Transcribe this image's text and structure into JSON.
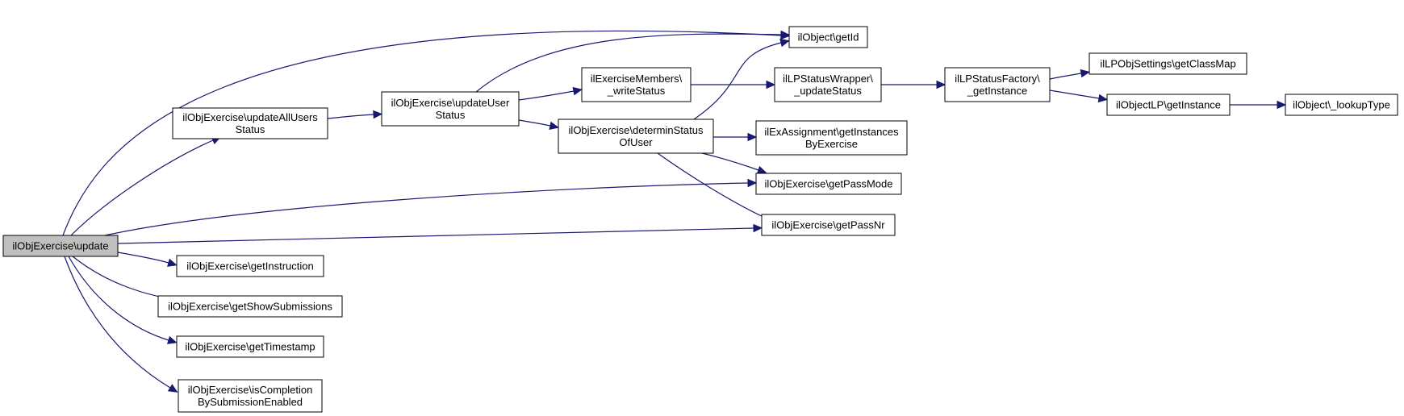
{
  "diagram": {
    "type": "call-graph",
    "colors": {
      "edge": "#191970",
      "node_border": "#000000",
      "root_fill": "#bfbfbf",
      "node_fill": "#ffffff"
    },
    "nodes": {
      "update": {
        "lines": [
          "ilObjExercise\\update"
        ]
      },
      "updateAllUsersStatus": {
        "lines": [
          "ilObjExercise\\updateAllUsers",
          "Status"
        ]
      },
      "updateUserStatus": {
        "lines": [
          "ilObjExercise\\updateUser",
          "Status"
        ]
      },
      "getId": {
        "lines": [
          "ilObject\\getId"
        ]
      },
      "writeStatus": {
        "lines": [
          "ilExerciseMembers\\",
          "_writeStatus"
        ]
      },
      "determinStatusOfUser": {
        "lines": [
          "ilObjExercise\\determinStatus",
          "OfUser"
        ]
      },
      "updateStatus": {
        "lines": [
          "ilLPStatusWrapper\\",
          "_updateStatus"
        ]
      },
      "statusFactoryGetInstance": {
        "lines": [
          "ilLPStatusFactory\\",
          "_getInstance"
        ]
      },
      "getClassMap": {
        "lines": [
          "ilLPObjSettings\\getClassMap"
        ]
      },
      "objectLPGetInstance": {
        "lines": [
          "ilObjectLP\\getInstance"
        ]
      },
      "lookupType": {
        "lines": [
          "ilObject\\_lookupType"
        ]
      },
      "getInstancesByExercise": {
        "lines": [
          "ilExAssignment\\getInstances",
          "ByExercise"
        ]
      },
      "getPassMode": {
        "lines": [
          "ilObjExercise\\getPassMode"
        ]
      },
      "getPassNr": {
        "lines": [
          "ilObjExercise\\getPassNr"
        ]
      },
      "getInstruction": {
        "lines": [
          "ilObjExercise\\getInstruction"
        ]
      },
      "getShowSubmissions": {
        "lines": [
          "ilObjExercise\\getShowSubmissions"
        ]
      },
      "getTimestamp": {
        "lines": [
          "ilObjExercise\\getTimestamp"
        ]
      },
      "isCompletionBySubmissionEnabled": {
        "lines": [
          "ilObjExercise\\isCompletion",
          "BySubmissionEnabled"
        ]
      }
    },
    "edges": [
      [
        "update",
        "getId"
      ],
      [
        "update",
        "updateAllUsersStatus"
      ],
      [
        "update",
        "getPassMode"
      ],
      [
        "update",
        "getPassNr"
      ],
      [
        "update",
        "getInstruction"
      ],
      [
        "update",
        "getShowSubmissions"
      ],
      [
        "update",
        "getTimestamp"
      ],
      [
        "update",
        "isCompletionBySubmissionEnabled"
      ],
      [
        "updateAllUsersStatus",
        "updateUserStatus"
      ],
      [
        "updateUserStatus",
        "getId"
      ],
      [
        "updateUserStatus",
        "writeStatus"
      ],
      [
        "updateUserStatus",
        "determinStatusOfUser"
      ],
      [
        "writeStatus",
        "updateStatus"
      ],
      [
        "determinStatusOfUser",
        "getId"
      ],
      [
        "determinStatusOfUser",
        "getInstancesByExercise"
      ],
      [
        "determinStatusOfUser",
        "getPassMode"
      ],
      [
        "determinStatusOfUser",
        "getPassNr"
      ],
      [
        "updateStatus",
        "statusFactoryGetInstance"
      ],
      [
        "statusFactoryGetInstance",
        "getClassMap"
      ],
      [
        "statusFactoryGetInstance",
        "objectLPGetInstance"
      ],
      [
        "objectLPGetInstance",
        "lookupType"
      ]
    ]
  }
}
